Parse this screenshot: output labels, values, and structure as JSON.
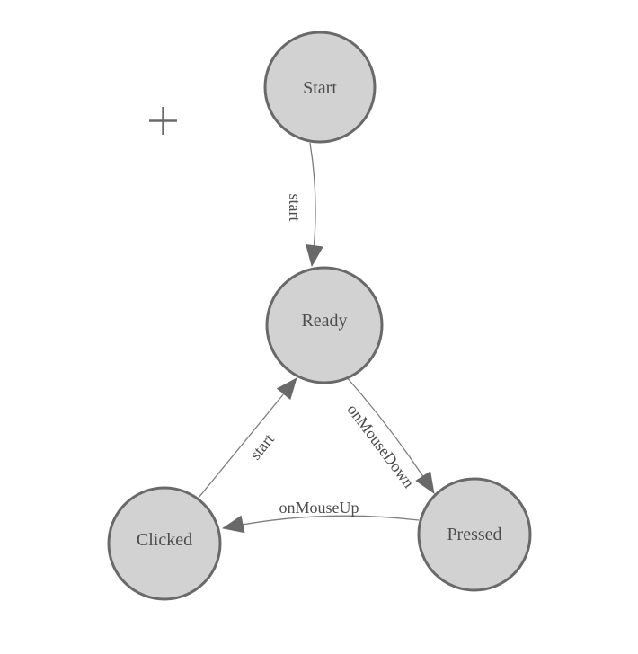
{
  "colors": {
    "canvas_bg": "#ffffff",
    "node_fill": "#d2d2d2",
    "node_stroke": "#696969",
    "node_label": "#4d4d4d",
    "edge_line": "#7d7d7d",
    "edge_label": "#4d4d4d",
    "arrow_fill": "#696969",
    "cursor": "#696969"
  },
  "diagram": {
    "type": "state-machine",
    "nodes": [
      {
        "id": "start",
        "label": "Start"
      },
      {
        "id": "ready",
        "label": "Ready"
      },
      {
        "id": "clicked",
        "label": "Clicked"
      },
      {
        "id": "pressed",
        "label": "Pressed"
      }
    ],
    "edges": [
      {
        "from": "start",
        "to": "ready",
        "label": "start"
      },
      {
        "from": "ready",
        "to": "pressed",
        "label": "onMouseDown"
      },
      {
        "from": "pressed",
        "to": "clicked",
        "label": "onMouseUp"
      },
      {
        "from": "clicked",
        "to": "ready",
        "label": "start"
      }
    ]
  },
  "cursor": {
    "icon": "plus-crosshair"
  }
}
